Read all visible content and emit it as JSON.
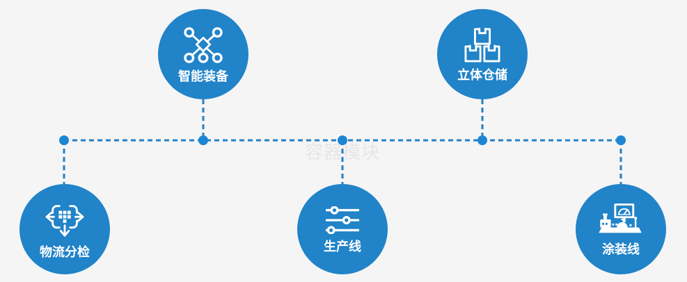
{
  "watermark": "容器模块",
  "colors": {
    "circle": "#2183c8",
    "line": "#2580c2",
    "dot": "#1d86d4",
    "background": "#f5f5f6",
    "label": "#ffffff",
    "watermark": "#e6e6e9"
  },
  "nodes": [
    {
      "id": "smart-equipment",
      "label": "智能装备",
      "icon": "network-icon",
      "position": "top-left"
    },
    {
      "id": "warehouse",
      "label": "立体仓储",
      "icon": "stacked-boxes-icon",
      "position": "top-right"
    },
    {
      "id": "logistics-sorting",
      "label": "物流分检",
      "icon": "sorting-arrows-icon",
      "position": "bottom-left"
    },
    {
      "id": "production-line",
      "label": "生产线",
      "icon": "sliders-icon",
      "position": "bottom-center"
    },
    {
      "id": "painting-line",
      "label": "涂装线",
      "icon": "control-console-icon",
      "position": "bottom-right"
    }
  ]
}
